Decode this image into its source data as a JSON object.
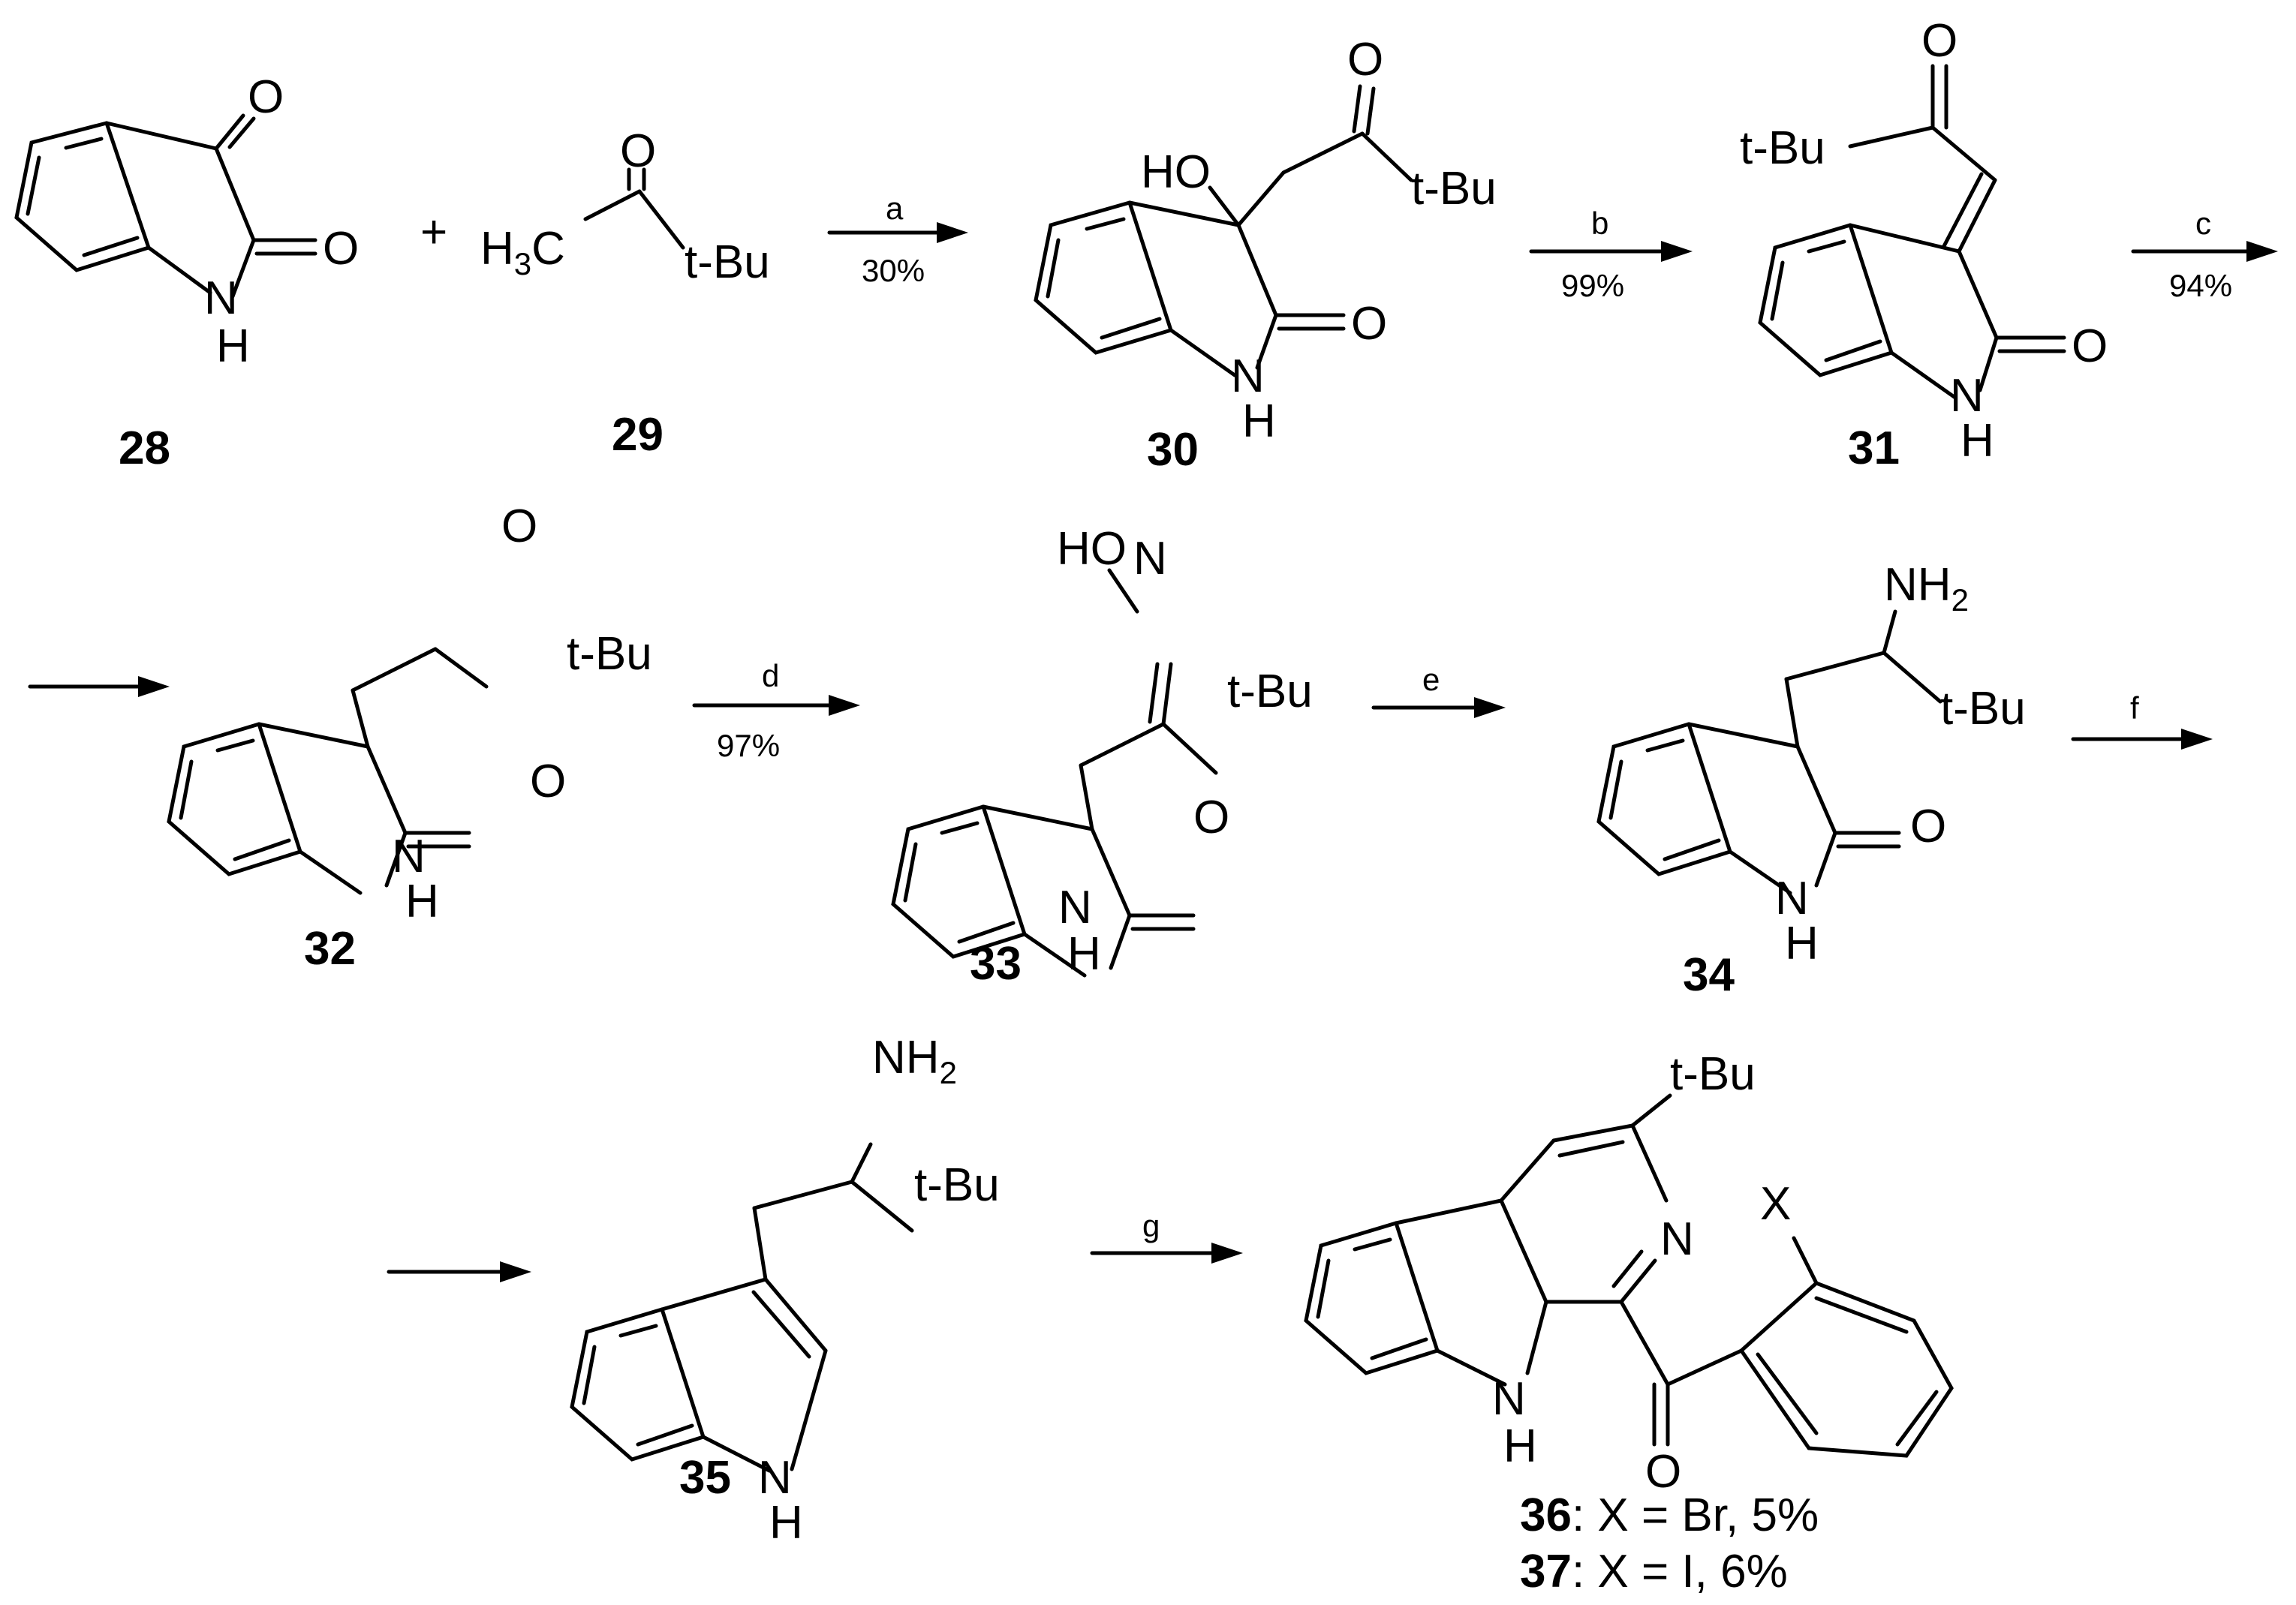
{
  "plus": "+",
  "compounds": {
    "c28": {
      "number": "28"
    },
    "c29": {
      "number": "29",
      "substituent": "t-Bu"
    },
    "c30": {
      "number": "30",
      "substituent": "t-Bu",
      "hydroxyl": "HO"
    },
    "c31": {
      "number": "31",
      "substituent": "t-Bu"
    },
    "c32": {
      "number": "32",
      "substituent": "t-Bu"
    },
    "c33": {
      "number": "33",
      "substituent": "t-Bu",
      "oxime_oh": "HO"
    },
    "c34": {
      "number": "34",
      "substituent": "t-Bu"
    },
    "c35": {
      "number": "35",
      "substituent": "t-Bu"
    },
    "c36": {
      "number": "36",
      "caption": ": X = Br, 5%"
    },
    "c37": {
      "number": "37",
      "caption": ": X = I, 6%"
    },
    "product": {
      "substituent": "t-Bu",
      "halogen": "X"
    }
  },
  "steps": [
    {
      "letter": "a",
      "yield": "30%"
    },
    {
      "letter": "b",
      "yield": "99%"
    },
    {
      "letter": "c",
      "yield": "94%"
    },
    {
      "letter": "d",
      "yield": "97%"
    },
    {
      "letter": "e",
      "yield": ""
    },
    {
      "letter": "f",
      "yield": ""
    },
    {
      "letter": "g",
      "yield": ""
    }
  ],
  "atoms": {
    "O": "O",
    "N": "N",
    "H": "H"
  }
}
